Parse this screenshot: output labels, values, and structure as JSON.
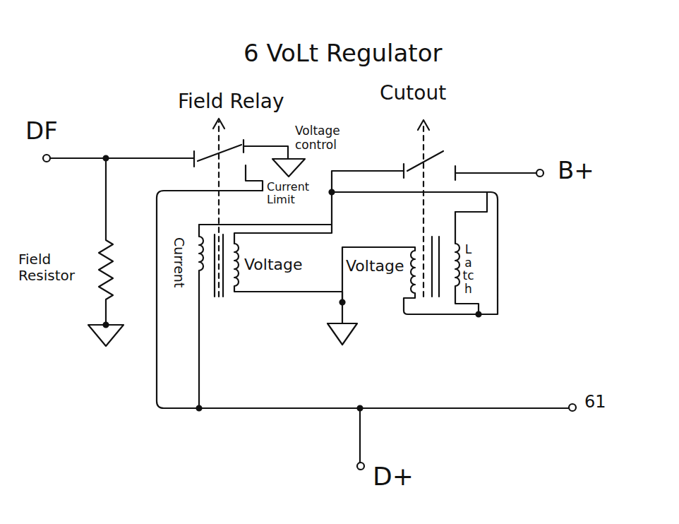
{
  "diagram": {
    "title": "6 VoLt Regulator",
    "labels": [
      "Field Relay",
      "Cutout",
      "DF",
      "Voltage control",
      "B+",
      "Current Limit",
      "Field Resistor",
      "Current",
      "Voltage",
      "Voltage",
      "Latch",
      "61",
      "D+"
    ]
  }
}
